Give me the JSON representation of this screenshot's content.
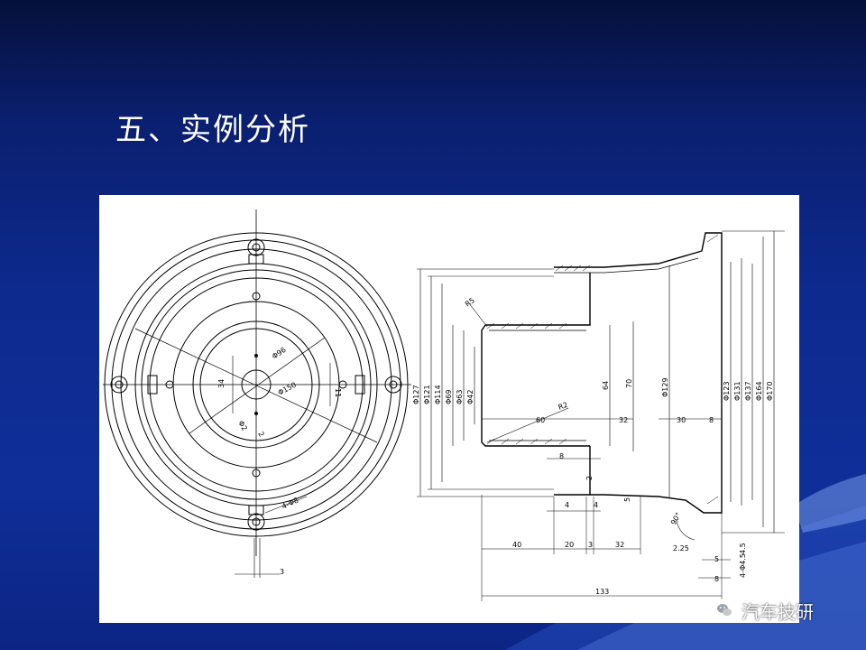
{
  "slide": {
    "title": "五、实例分析"
  },
  "front_view": {
    "dimensions": [
      "Φ96",
      "Φ150",
      "34",
      "11",
      "Φ2",
      "2",
      "4-Φ8",
      "3"
    ]
  },
  "section_view": {
    "dimensions": {
      "radius_top": "R5",
      "radius_inner": "R2",
      "d127": "Φ127",
      "d121": "Φ121",
      "d114": "Φ114",
      "d69": "Φ69",
      "d63": "Φ63",
      "d42": "Φ42",
      "h64": "64",
      "h70": "70",
      "d129": "Φ129",
      "d123": "Φ123",
      "d131": "Φ131",
      "d137": "Φ137",
      "d164": "Φ164",
      "d170": "Φ170",
      "l60": "60",
      "l32a": "32",
      "l30": "30",
      "l8a": "8",
      "l8b": "8",
      "t2": "2",
      "t4a": "4",
      "t4b": "4",
      "t5": "5",
      "ang90": "90°",
      "l40": "40",
      "l20": "20",
      "l3": "3",
      "l32b": "32",
      "t225": "2.25",
      "t45a": "4.5",
      "t45b": "4-Φ4.5",
      "t5b": "5",
      "t8c": "8",
      "l133": "133"
    }
  },
  "watermark": {
    "icon": "wechat-icon",
    "text": "汽车技研"
  }
}
